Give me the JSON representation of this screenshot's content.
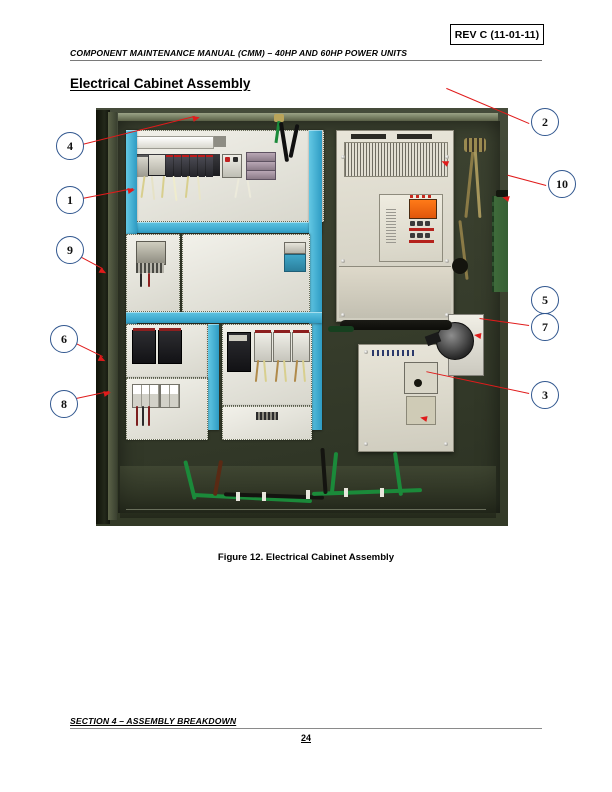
{
  "header": {
    "revision": "REV C (11-01-11)",
    "manual_title": "COMPONENT MAINTENANCE MANUAL (CMM) – 40HP AND 60HP POWER UNITS"
  },
  "page_title": "Electrical Cabinet Assembly",
  "figure": {
    "caption": "Figure 12.  Electrical Cabinet Assembly",
    "subject": "electrical-cabinet-photo",
    "callouts": [
      {
        "number": "4",
        "side": "left"
      },
      {
        "number": "1",
        "side": "left"
      },
      {
        "number": "9",
        "side": "left"
      },
      {
        "number": "6",
        "side": "left"
      },
      {
        "number": "8",
        "side": "left"
      },
      {
        "number": "2",
        "side": "right"
      },
      {
        "number": "10",
        "side": "right"
      },
      {
        "number": "5",
        "side": "right"
      },
      {
        "number": "7",
        "side": "right"
      },
      {
        "number": "3",
        "side": "right"
      }
    ]
  },
  "footer": {
    "section": "SECTION 4 – ASSEMBLY BREAKDOWN",
    "page_number": "24"
  },
  "colors": {
    "callout_ring": "#31578f",
    "leader_line": "#e01b1b",
    "cabinet_green": "#3c422f",
    "wireway_cyan": "#2f9cc4",
    "drive_beige": "#e8e5d9"
  }
}
